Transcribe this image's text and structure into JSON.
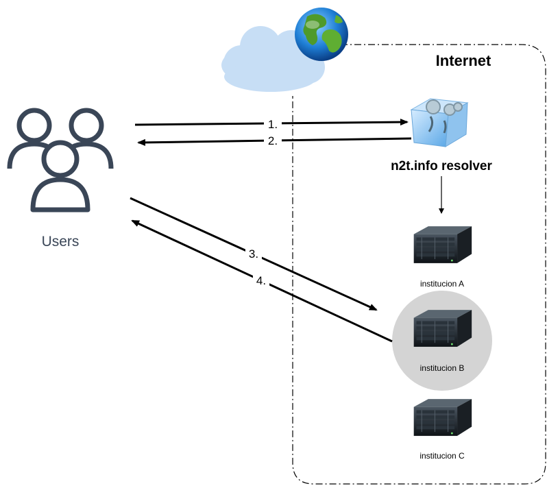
{
  "diagram": {
    "region_title": "Internet",
    "users_label": "Users",
    "resolver_label": "n2t.info resolver",
    "steps": [
      "1.",
      "2.",
      "3.",
      "4."
    ],
    "institutions": [
      "institucion A",
      "institucion B",
      "institucion C"
    ],
    "highlighted_institution": "institucion B",
    "icons": {
      "users": "users-icon",
      "cloud": "cloud-icon",
      "globe": "globe-icon",
      "resolver": "resolver-cube-icon",
      "server": "server-icon"
    },
    "colors": {
      "user_stroke": "#3a4657",
      "cloud_fill": "#c7def5",
      "highlight_circle": "#d4d4d4",
      "arrow": "#000000"
    }
  }
}
